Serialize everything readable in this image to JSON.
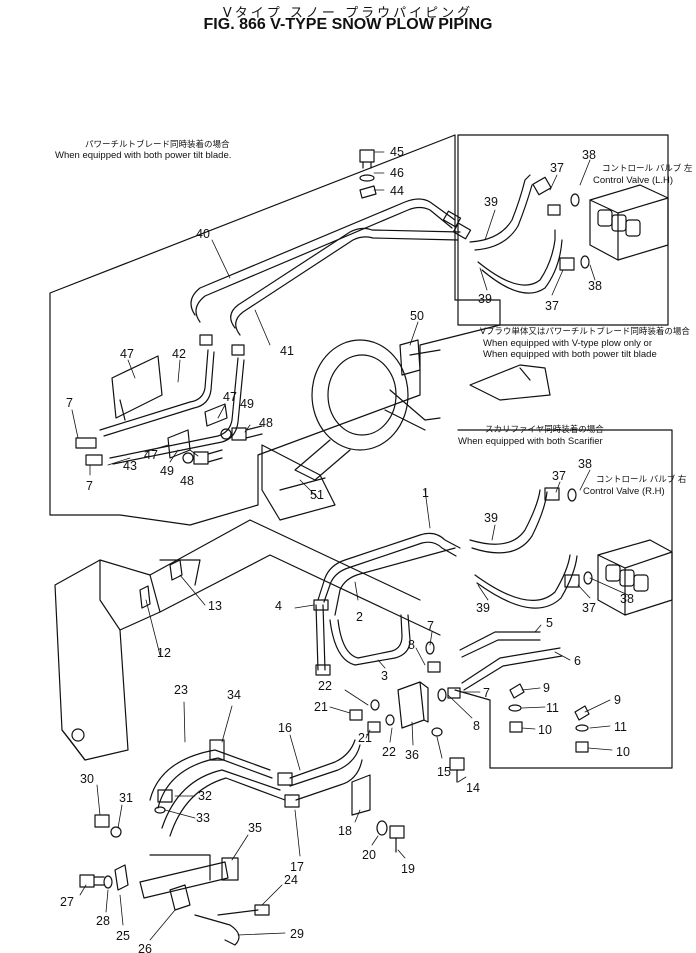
{
  "figure": {
    "title_jp": "Vタイプ スノー プラウパイピング",
    "title_en": "FIG. 866  V-TYPE SNOW PLOW PIPING"
  },
  "notes": [
    {
      "id": "power-tilt",
      "jp": "パワーチルトブレード同時装着の場合",
      "en": "When equipped with both power tilt blade."
    },
    {
      "id": "vplow",
      "jp": "Vプラウ単体又はパワーチルトブレード同時装着の場合",
      "en1": "When equipped with V-type plow only or",
      "en2": "When equipped with both power tilt blade"
    },
    {
      "id": "scarifier",
      "jp": "スカリファイヤ同時装着の場合",
      "en": "When equipped with both Scarifier"
    }
  ],
  "valves": {
    "lh_jp": "コントロール バルブ 左",
    "lh_en": "Control Valve (L.H)",
    "rh_jp": "コントロール バルブ 右",
    "rh_en": "Control Valve (R.H)"
  },
  "part_labels": [
    {
      "id": "p45",
      "text": "45"
    },
    {
      "id": "p46",
      "text": "46"
    },
    {
      "id": "p44",
      "text": "44"
    },
    {
      "id": "p40",
      "text": "40"
    },
    {
      "id": "p41",
      "text": "41"
    },
    {
      "id": "p47a",
      "text": "47"
    },
    {
      "id": "p42",
      "text": "42"
    },
    {
      "id": "p7a",
      "text": "7"
    },
    {
      "id": "p7b",
      "text": "7"
    },
    {
      "id": "p43",
      "text": "43"
    },
    {
      "id": "p47b",
      "text": "47"
    },
    {
      "id": "p49a",
      "text": "49"
    },
    {
      "id": "p48a",
      "text": "48"
    },
    {
      "id": "p47c",
      "text": "47"
    },
    {
      "id": "p49b",
      "text": "49"
    },
    {
      "id": "p48b",
      "text": "48"
    },
    {
      "id": "p50",
      "text": "50"
    },
    {
      "id": "p51",
      "text": "51"
    },
    {
      "id": "p37a",
      "text": "37"
    },
    {
      "id": "p38a",
      "text": "38"
    },
    {
      "id": "p39a",
      "text": "39"
    },
    {
      "id": "p39b",
      "text": "39"
    },
    {
      "id": "p37b",
      "text": "37"
    },
    {
      "id": "p38b",
      "text": "38"
    },
    {
      "id": "p37c",
      "text": "37"
    },
    {
      "id": "p38c",
      "text": "38"
    },
    {
      "id": "p39c",
      "text": "39"
    },
    {
      "id": "p39d",
      "text": "39"
    },
    {
      "id": "p37d",
      "text": "37"
    },
    {
      "id": "p38d",
      "text": "38"
    },
    {
      "id": "p1",
      "text": "1"
    },
    {
      "id": "p2",
      "text": "2"
    },
    {
      "id": "p3",
      "text": "3"
    },
    {
      "id": "p4",
      "text": "4"
    },
    {
      "id": "p5",
      "text": "5"
    },
    {
      "id": "p6",
      "text": "6"
    },
    {
      "id": "p7c",
      "text": "7"
    },
    {
      "id": "p7d",
      "text": "7"
    },
    {
      "id": "p8a",
      "text": "8"
    },
    {
      "id": "p8b",
      "text": "8"
    },
    {
      "id": "p9a",
      "text": "9"
    },
    {
      "id": "p9b",
      "text": "9"
    },
    {
      "id": "p11a",
      "text": "11"
    },
    {
      "id": "p11b",
      "text": "11"
    },
    {
      "id": "p10a",
      "text": "10"
    },
    {
      "id": "p10b",
      "text": "10"
    },
    {
      "id": "p12",
      "text": "12"
    },
    {
      "id": "p13",
      "text": "13"
    },
    {
      "id": "p14",
      "text": "14"
    },
    {
      "id": "p15",
      "text": "15"
    },
    {
      "id": "p36",
      "text": "36"
    },
    {
      "id": "p22a",
      "text": "22"
    },
    {
      "id": "p22b",
      "text": "22"
    },
    {
      "id": "p21a",
      "text": "21"
    },
    {
      "id": "p21b",
      "text": "21"
    },
    {
      "id": "p23",
      "text": "23"
    },
    {
      "id": "p34",
      "text": "34"
    },
    {
      "id": "p16",
      "text": "16"
    },
    {
      "id": "p17",
      "text": "17"
    },
    {
      "id": "p18",
      "text": "18"
    },
    {
      "id": "p20",
      "text": "20"
    },
    {
      "id": "p19",
      "text": "19"
    },
    {
      "id": "p30",
      "text": "30"
    },
    {
      "id": "p31",
      "text": "31"
    },
    {
      "id": "p32",
      "text": "32"
    },
    {
      "id": "p33",
      "text": "33"
    },
    {
      "id": "p35",
      "text": "35"
    },
    {
      "id": "p24",
      "text": "24"
    },
    {
      "id": "p27",
      "text": "27"
    },
    {
      "id": "p28",
      "text": "28"
    },
    {
      "id": "p25",
      "text": "25"
    },
    {
      "id": "p26",
      "text": "26"
    },
    {
      "id": "p29",
      "text": "29"
    }
  ],
  "colors": {
    "ink": "#111111",
    "paper": "#ffffff"
  }
}
